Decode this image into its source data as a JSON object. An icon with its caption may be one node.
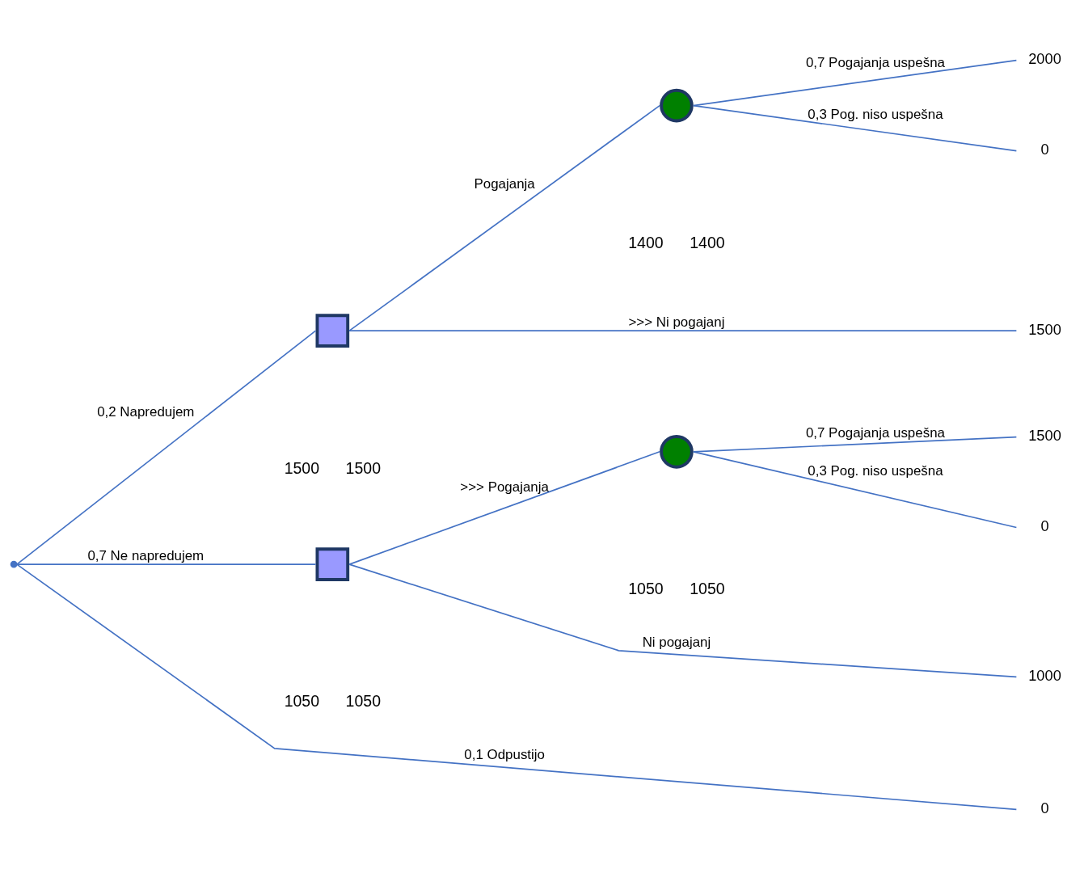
{
  "diagram": {
    "nodes": [
      {
        "text": [],
        "shape": "point"
      },
      {
        "text": [],
        "shape": "box",
        "beside": [
          "1500",
          "1500"
        ]
      },
      {
        "text": [],
        "shape": "circle",
        "beside": [
          "1400",
          "1400"
        ]
      },
      {
        "text": [
          "2000"
        ]
      },
      {
        "text": [
          "0"
        ]
      },
      {
        "text": [
          "1500"
        ]
      },
      {
        "text": [],
        "shape": "box",
        "beside": [
          "1050",
          "1050"
        ]
      },
      {
        "text": [],
        "shape": "circle",
        "beside": [
          "1050",
          "1050"
        ]
      },
      {
        "text": [
          "1500"
        ]
      },
      {
        "text": [
          "0"
        ]
      },
      {
        "text": [
          "1000"
        ]
      },
      {
        "text": [
          "0"
        ]
      }
    ],
    "edges": [
      {
        "from": 0,
        "to": 1,
        "arrow": "none",
        "label": "0,2 Napredujem"
      },
      {
        "from": 1,
        "to": 2,
        "arrow": "none",
        "label": "Pogajanja"
      },
      {
        "from": 2,
        "to": 3,
        "arrow": "none",
        "label": "0,7 Pogajanja uspešna"
      },
      {
        "from": 2,
        "to": 4,
        "arrow": "none",
        "label": "0,3 Pog. niso uspešna"
      },
      {
        "from": 1,
        "to": 5,
        "arrow": "none",
        "label": ">>> Ni pogajanj"
      },
      {
        "from": 0,
        "to": 6,
        "arrow": "none",
        "label": "0,7 Ne napredujem"
      },
      {
        "from": 6,
        "to": 7,
        "arrow": "none",
        "label": ">>> Pogajanja"
      },
      {
        "from": 7,
        "to": 8,
        "arrow": "none",
        "label": "0,7 Pogajanja uspešna"
      },
      {
        "from": 7,
        "to": 9,
        "arrow": "none",
        "label": "0,3 Pog. niso uspešna"
      },
      {
        "from": 6,
        "to": 10,
        "arrow": "none",
        "label": "Ni pogajanj"
      },
      {
        "from": 0,
        "to": 11,
        "arrow": "none",
        "label": "0,1 Odpustijo"
      }
    ]
  }
}
